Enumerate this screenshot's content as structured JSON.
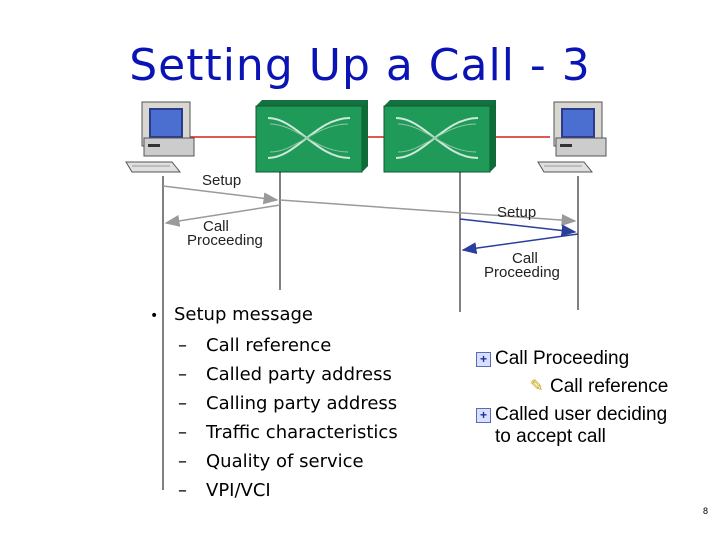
{
  "slide": {
    "title": "Setting Up a Call - 3",
    "page_number": "8"
  },
  "diagram": {
    "left_messages": {
      "setup": "Setup",
      "call_line1": "Call",
      "call_line2": "Proceeding"
    },
    "right_messages": {
      "setup": "Setup",
      "call_line1": "Call",
      "call_line2": "Proceeding"
    },
    "colors": {
      "link_line": "#d42020",
      "setup_arrow": "#9a9a9a",
      "right_arrow": "#2a3e9c",
      "switch_face": "#1f9a59"
    },
    "icons": [
      "computer-icon",
      "atm-switch-icon"
    ]
  },
  "bullets": {
    "main": "Setup message",
    "items": [
      "Call reference",
      "Called party address",
      "Calling party address",
      "Traffic characteristics",
      "Quality of service",
      "VPI/VCI"
    ]
  },
  "right_list": {
    "item1": "Call Proceeding",
    "item1_sub": "Call reference",
    "item2_line1": "Called user deciding",
    "item2_line2": "to accept call"
  }
}
